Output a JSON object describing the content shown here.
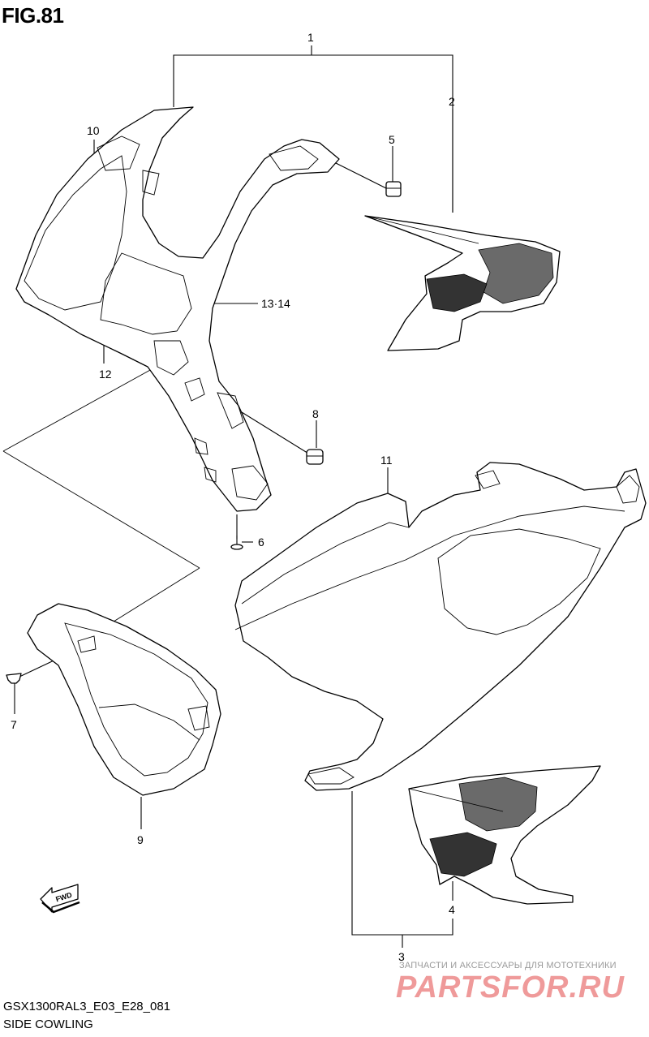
{
  "figure": {
    "title": "FIG.81"
  },
  "callouts": [
    "1",
    "2",
    "3",
    "4",
    "5",
    "6",
    "7",
    "8",
    "9",
    "10",
    "11",
    "12",
    "13·14"
  ],
  "footer": {
    "model_code": "GSX1300RAL3_E03_E28_081",
    "section_name": "SIDE COWLING"
  },
  "direction_arrow": {
    "label": "FWD"
  },
  "watermark": {
    "tagline": "ЗАПЧАСТИ И АКСЕССУАРЫ ДЛЯ МОТОТЕХНИКИ",
    "logo_text": "PARTSFOR.RU"
  },
  "icons": [
    "fwd-arrow-icon"
  ]
}
